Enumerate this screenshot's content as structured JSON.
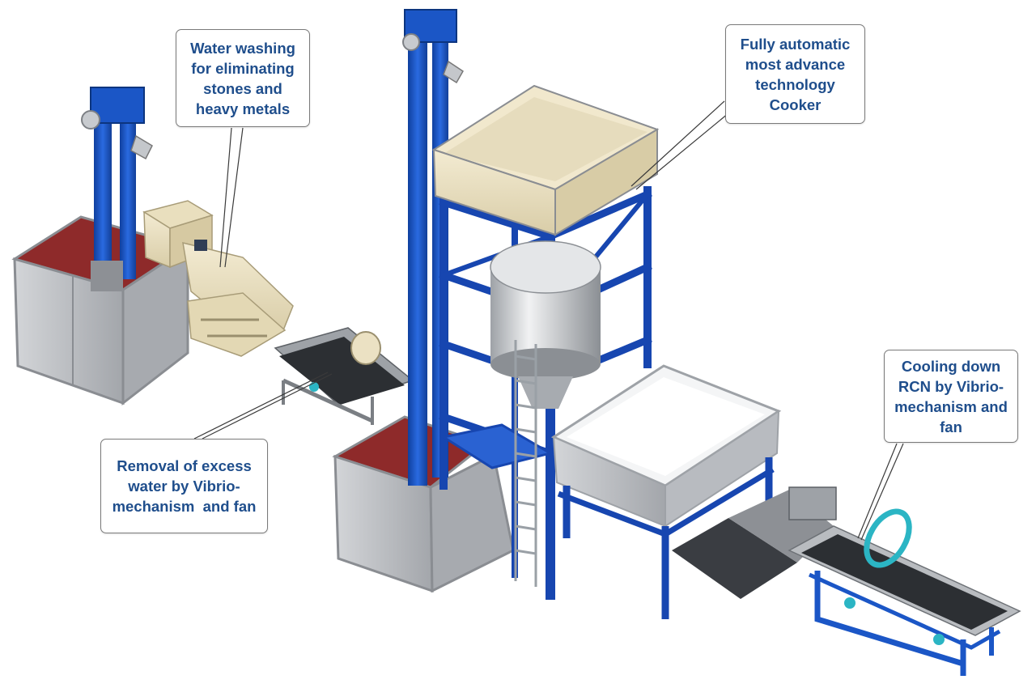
{
  "callouts": {
    "washing": {
      "lines": [
        "Water washing",
        "for eliminating",
        "stones and",
        "heavy metals"
      ]
    },
    "cooker": {
      "lines": [
        "Fully automatic",
        "most advance",
        "technology",
        "Cooker"
      ]
    },
    "removal": {
      "lines": [
        "Removal of excess",
        "water by Vibrio-",
        "mechanism  and fan"
      ]
    },
    "cooling": {
      "lines": [
        "Cooling down",
        "RCN by Vibrio-",
        "mechanism and",
        "fan"
      ]
    }
  },
  "colors": {
    "callout_text": "#1f4e8c",
    "callout_border": "#7a7a7a",
    "frame_blue": "#1b56c6",
    "hopper_cream": "#ebe1c3",
    "bin_grey": "#b9bcc0",
    "bin_inner_red": "#8e2a2a",
    "steel": "#c4c7cb",
    "teal_guard": "#2bb5c4"
  }
}
